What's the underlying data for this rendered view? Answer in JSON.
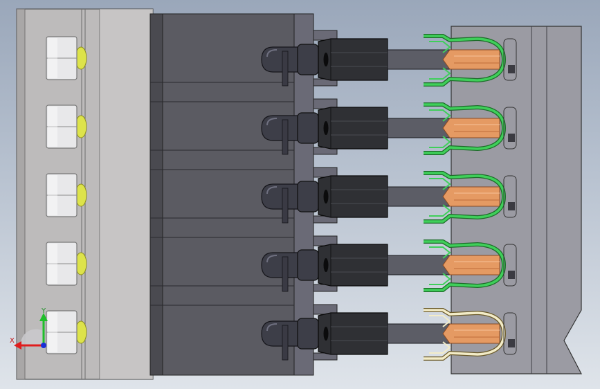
{
  "viewport": {
    "background_top": "#9aa7ba",
    "background_bottom": "#dfe4ea"
  },
  "triad": {
    "x_label": "X",
    "y_label": "Y",
    "x_color": "#e01c1c",
    "y_color": "#1fbf2a",
    "z_color": "#1a2fd6"
  },
  "assembly": {
    "connector_count": 5,
    "colors": {
      "mount_plate": "#bdbbbb",
      "mount_plate_edge": "#6b6b6b",
      "housing": "#5b5b62",
      "terminal_strip": "#9b9ba3",
      "plug": "#2f3034",
      "pin": "#5c5d66",
      "copper": "#e59a63",
      "clip_active": "#3fcf5a",
      "clip_selected": "#f3ecc8",
      "nut": "#e8e8ea",
      "stud": "#dde34a"
    },
    "connectors": [
      {
        "clip_state": "active"
      },
      {
        "clip_state": "active"
      },
      {
        "clip_state": "active"
      },
      {
        "clip_state": "active"
      },
      {
        "clip_state": "selected"
      }
    ]
  }
}
